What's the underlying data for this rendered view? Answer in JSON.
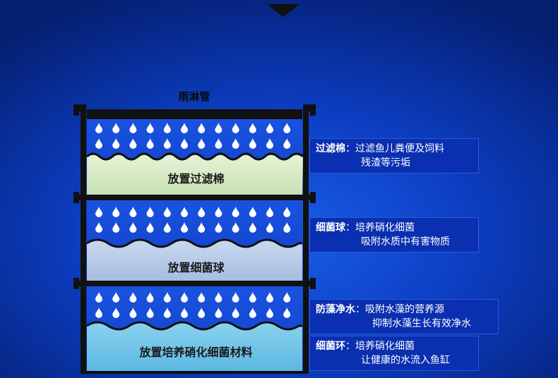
{
  "header": {
    "rain_pipe_label": "雨淋管"
  },
  "tiers": [
    {
      "label": "放置过滤棉"
    },
    {
      "label": "放置细菌球"
    },
    {
      "label": "放置培养硝化细菌材料"
    }
  ],
  "descriptions": [
    {
      "name": "过滤棉",
      "sep": "：",
      "line1": "过滤鱼儿粪便及饲料",
      "line2": "残渣等污垢"
    },
    {
      "name": "细菌球",
      "sep": "：",
      "line1": "培养硝化细菌",
      "line2": "吸附水质中有害物质"
    },
    {
      "name": "防藻净水",
      "sep": "：",
      "line1": "吸附水藻的营养源",
      "line2": "抑制水藻生长有效净水"
    },
    {
      "name": "细菌环",
      "sep": "：",
      "line1": "培养硝化细菌",
      "line2": "让健康的水流入鱼缸"
    }
  ],
  "colors": {
    "background": "#0d3fc4",
    "frame": "#111111",
    "water_band": "#1548d8",
    "media_1": "#d8ecc6",
    "media_2": "#b4c8e6",
    "media_3": "#74c6e8",
    "droplet": "#ffffff"
  }
}
